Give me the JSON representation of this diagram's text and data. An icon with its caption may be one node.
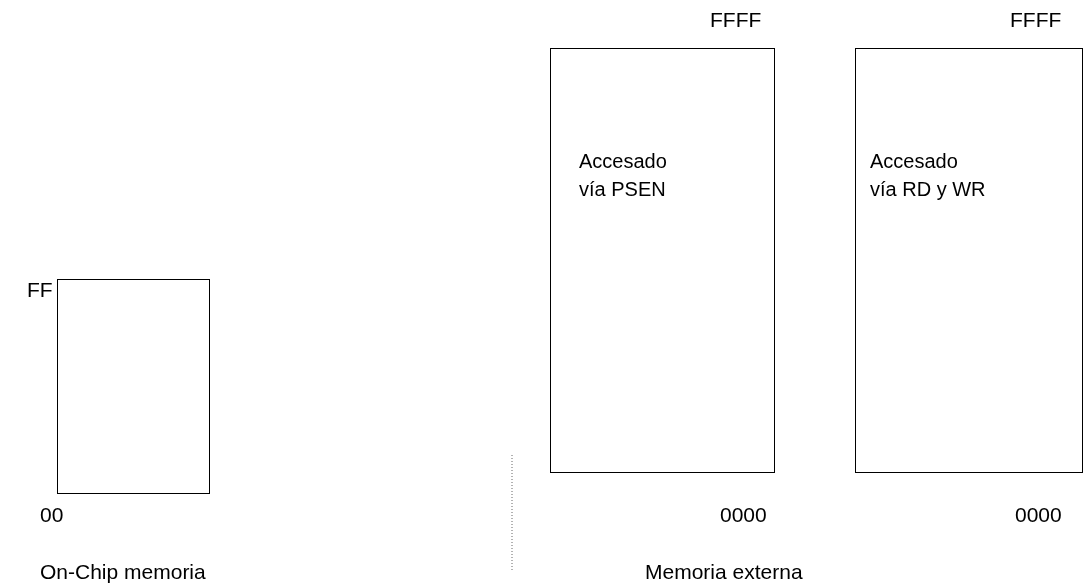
{
  "diagram": {
    "nodes": [
      {
        "text": [],
        "shape": "box"
      },
      {
        "text": [
          "Accesado vía PSEN"
        ]
      },
      {
        "text": [
          "Accesado vía RD y WR"
        ]
      }
    ],
    "labels": [
      "FFFF",
      "FFFF",
      "FF",
      "00",
      "0000",
      "0000",
      "On-Chip memoria",
      "Memoria externa"
    ]
  }
}
